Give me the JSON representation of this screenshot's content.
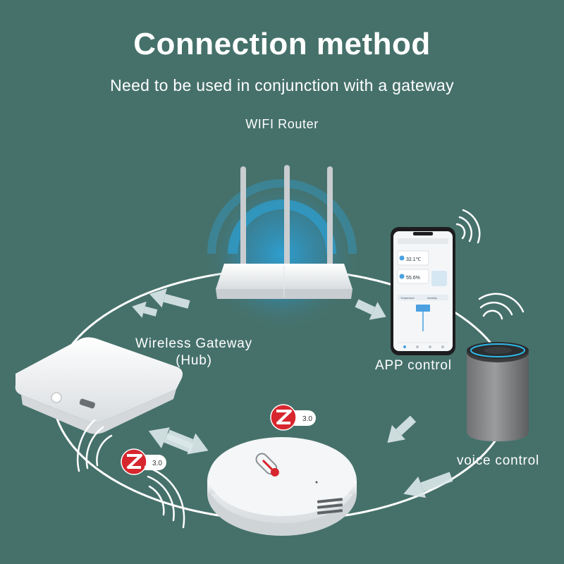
{
  "header": {
    "title": "Connection method",
    "subtitle": "Need to be used in conjunction with a gateway"
  },
  "labels": {
    "router": "WIFI Router",
    "gateway_line1": "Wireless Gateway",
    "gateway_line2": "(Hub)",
    "app": "APP control",
    "voice": "voice control"
  },
  "badges": {
    "zigbee_version": "3.0"
  },
  "phone": {
    "temperature": "32.1℃",
    "humidity": "55.6%",
    "tab_left": "Temperature",
    "tab_right": "Humidity"
  },
  "colors": {
    "background": "#46716b",
    "arrow": "#dbe8ea",
    "wifi_glow": "#2aa6e0",
    "zigbee_red": "#d8262e"
  }
}
